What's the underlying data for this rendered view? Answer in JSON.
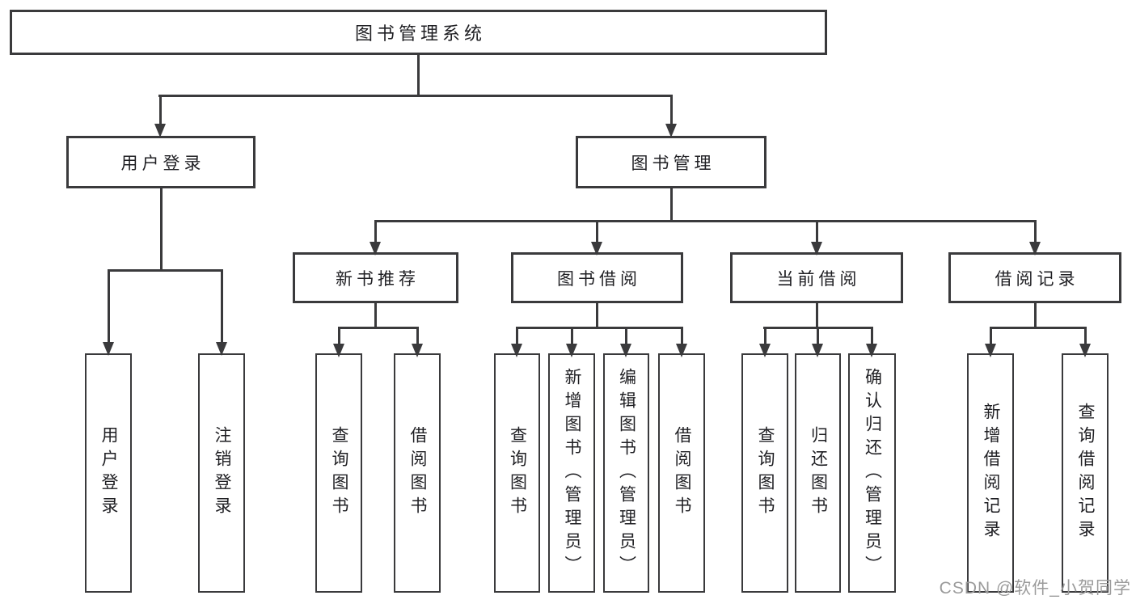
{
  "tree": {
    "label": "图书管理系统",
    "children": [
      {
        "label": "用户登录",
        "children": [
          {
            "label": "用户登录"
          },
          {
            "label": "注销登录"
          }
        ]
      },
      {
        "label": "图书管理",
        "children": [
          {
            "label": "新书推荐",
            "children": [
              {
                "label": "查询图书"
              },
              {
                "label": "借阅图书"
              }
            ]
          },
          {
            "label": "图书借阅",
            "children": [
              {
                "label": "查询图书"
              },
              {
                "label": "新增图书（管理员）"
              },
              {
                "label": "编辑图书（管理员）"
              },
              {
                "label": "借阅图书"
              }
            ]
          },
          {
            "label": "当前借阅",
            "children": [
              {
                "label": "查询图书"
              },
              {
                "label": "归还图书"
              },
              {
                "label": "确认归还（管理员）"
              }
            ]
          },
          {
            "label": "借阅记录",
            "children": [
              {
                "label": "新增借阅记录"
              },
              {
                "label": "查询借阅记录"
              }
            ]
          }
        ]
      }
    ]
  },
  "watermark": {
    "text": "CSDN @软件_小贺同学"
  },
  "colors": {
    "line": "#3a3a3c",
    "text": "#1f1f23",
    "background": "#ffffff",
    "watermark": "#9b9b9b"
  }
}
